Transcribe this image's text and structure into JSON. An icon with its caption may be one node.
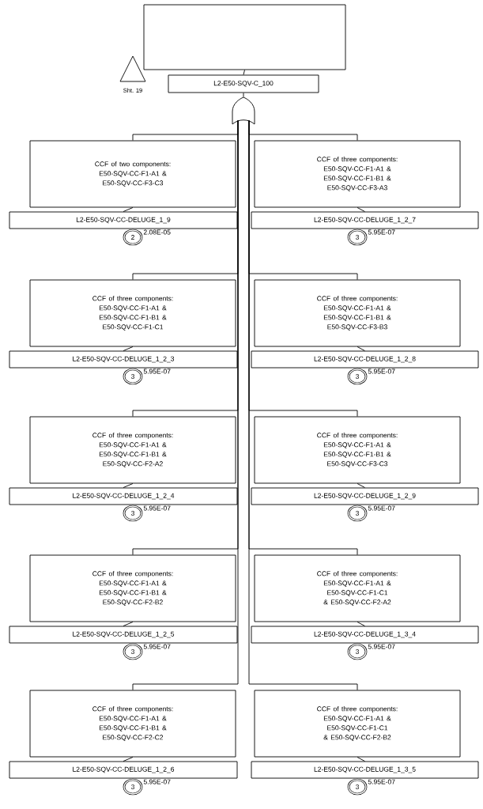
{
  "diagram": {
    "nodes": [
      {
        "text": [],
        "shape": "box"
      },
      {
        "text": [
          "L2-E50-SQV-C_100"
        ]
      },
      {
        "text": [],
        "shape": "gate"
      },
      {
        "text": [
          "CCF of two components: E50-SQV-CC-F1-A1 & E50-SQV-CC-F3-C3"
        ]
      },
      {
        "text": [
          "L2-E50-SQV-CC-DELUGE_1_9"
        ]
      },
      {
        "text": [
          "2"
        ],
        "beside": [
          "2.08E-05"
        ]
      },
      {
        "text": [
          "CCF of three components: E50-SQV-CC-F1-A1 & E50-SQV-CC-F1-B1 & E50-SQV-CC-F3-A3"
        ]
      },
      {
        "text": [
          "L2-E50-SQV-CC-DELUGE_1_2_7"
        ]
      },
      {
        "text": [
          "3"
        ],
        "beside": [
          "5.95E-07"
        ]
      },
      {
        "text": [
          "CCF of three components: E50-SQV-CC-F1-A1 & E50-SQV-CC-F1-B1 & E50-SQV-CC-F1-C1"
        ]
      },
      {
        "text": [
          "L2-E50-SQV-CC-DELUGE_1_2_3"
        ]
      },
      {
        "text": [
          "3"
        ],
        "beside": [
          "5.95E-07"
        ]
      },
      {
        "text": [
          "CCF of three components: E50-SQV-CC-F1-A1 & E50-SQV-CC-F1-B1 & E50-SQV-CC-F3-B3"
        ]
      },
      {
        "text": [
          "L2-E50-SQV-CC-DELUGE_1_2_8"
        ]
      },
      {
        "text": [
          "3"
        ],
        "beside": [
          "5.95E-07"
        ]
      },
      {
        "text": [
          "CCF of three components: E50-SQV-CC-F1-A1 & E50-SQV-CC-F1-B1 & E50-SQV-CC-F2-A2"
        ]
      },
      {
        "text": [
          "L2-E50-SQV-CC-DELUGE_1_2_4"
        ]
      },
      {
        "text": [
          "3"
        ],
        "beside": [
          "5.95E-07"
        ]
      },
      {
        "text": [
          "CCF of three components: E50-SQV-CC-F1-A1 & E50-SQV-CC-F1-B1 & E50-SQV-CC-F3-C3"
        ]
      },
      {
        "text": [
          "L2-E50-SQV-CC-DELUGE_1_2_9"
        ]
      },
      {
        "text": [
          "3"
        ],
        "beside": [
          "5.95E-07"
        ]
      },
      {
        "text": [
          "CCF of three components: E50-SQV-CC-F1-A1 & E50-SQV-CC-F1-B1 & E50-SQV-CC-F2-B2"
        ]
      },
      {
        "text": [
          "L2-E50-SQV-CC-DELUGE_1_2_5"
        ]
      },
      {
        "text": [
          "3"
        ],
        "beside": [
          "5.95E-07"
        ]
      },
      {
        "text": [
          "CCF of three components: E50-SQV-CC-F1-A1 & E50-SQV-CC-F1-C1 & E50-SQV-CC-F2-A2"
        ]
      },
      {
        "text": [
          "L2-E50-SQV-CC-DELUGE_1_3_4"
        ]
      },
      {
        "text": [
          "3"
        ],
        "beside": [
          "5.95E-07"
        ]
      },
      {
        "text": [
          "CCF of three components: E50-SQV-CC-F1-A1 & E50-SQV-CC-F1-B1 & E50-SQV-CC-F2-C2"
        ]
      },
      {
        "text": [
          "L2-E50-SQV-CC-DELUGE_1_2_6"
        ]
      },
      {
        "text": [
          "3"
        ],
        "beside": [
          "5.95E-07"
        ]
      },
      {
        "text": [
          "CCF of three components: E50-SQV-CC-F1-A1 & E50-SQV-CC-F1-C1 & E50-SQV-CC-F2-B2"
        ]
      },
      {
        "text": [
          "L2-E50-SQV-CC-DELUGE_1_3_5"
        ]
      },
      {
        "text": [
          "3"
        ],
        "beside": [
          "5.95E-07"
        ]
      },
      {
        "text": [],
        "shape": "triangle",
        "beside": [
          "Sht. 19"
        ]
      }
    ],
    "edges": [
      {
        "from": 0,
        "to": 1,
        "arrow": "none"
      },
      {
        "from": 1,
        "to": 2,
        "arrow": "none"
      },
      {
        "from": 2,
        "to": 3,
        "arrow": "none"
      },
      {
        "from": 3,
        "to": 4,
        "arrow": "none"
      },
      {
        "from": 2,
        "to": 6,
        "arrow": "none"
      },
      {
        "from": 6,
        "to": 7,
        "arrow": "none"
      },
      {
        "from": 2,
        "to": 9,
        "arrow": "none"
      },
      {
        "from": 9,
        "to": 10,
        "arrow": "none"
      },
      {
        "from": 2,
        "to": 12,
        "arrow": "none"
      },
      {
        "from": 12,
        "to": 13,
        "arrow": "none"
      },
      {
        "from": 2,
        "to": 15,
        "arrow": "none"
      },
      {
        "from": 15,
        "to": 16,
        "arrow": "none"
      },
      {
        "from": 2,
        "to": 18,
        "arrow": "none"
      },
      {
        "from": 18,
        "to": 19,
        "arrow": "none"
      },
      {
        "from": 2,
        "to": 21,
        "arrow": "none"
      },
      {
        "from": 21,
        "to": 22,
        "arrow": "none"
      },
      {
        "from": 2,
        "to": 24,
        "arrow": "none"
      },
      {
        "from": 24,
        "to": 25,
        "arrow": "none"
      },
      {
        "from": 2,
        "to": 27,
        "arrow": "none"
      },
      {
        "from": 27,
        "to": 28,
        "arrow": "none"
      },
      {
        "from": 2,
        "to": 30,
        "arrow": "none"
      },
      {
        "from": 30,
        "to": 31,
        "arrow": "none"
      }
    ]
  }
}
